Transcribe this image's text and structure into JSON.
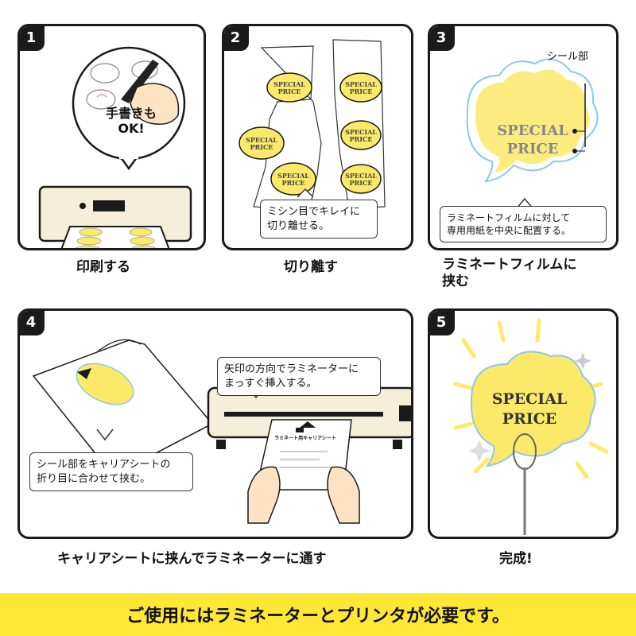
{
  "steps": [
    {
      "num": "1",
      "caption": "印刷する",
      "bubble_line1": "手書きも",
      "bubble_line2": "OK!"
    },
    {
      "num": "2",
      "caption": "切り離す",
      "bubble": "ミシン目でキレイに\n切り離せる。"
    },
    {
      "num": "3",
      "caption_line1": "ラミネートフィルムに",
      "caption_line2": "挟む",
      "label": "シール部",
      "bubble": "ラミネートフィルムに対して\n専用用紙を中央に配置する。"
    },
    {
      "num": "4",
      "caption": "キャリアシートに挟んでラミネーターに通す",
      "bubble_top": "矢印の方向でラミネーターに\nまっすぐ挿入する。",
      "bubble_left": "シール部をキャリアシートの\n折り目に合わせて挟む。",
      "sheet_title": "ラミネート用キャリアシート"
    },
    {
      "num": "5",
      "caption": "完成!"
    }
  ],
  "sign": {
    "line1": "SPECIAL",
    "line2": "PRICE"
  },
  "banner": "ご使用にはラミネーターとプリンタが必要です。",
  "colors": {
    "yellow": "#fbe96a",
    "banner": "#ffe735",
    "outline": "#1a1a1a",
    "film": "#8fc7e8"
  }
}
